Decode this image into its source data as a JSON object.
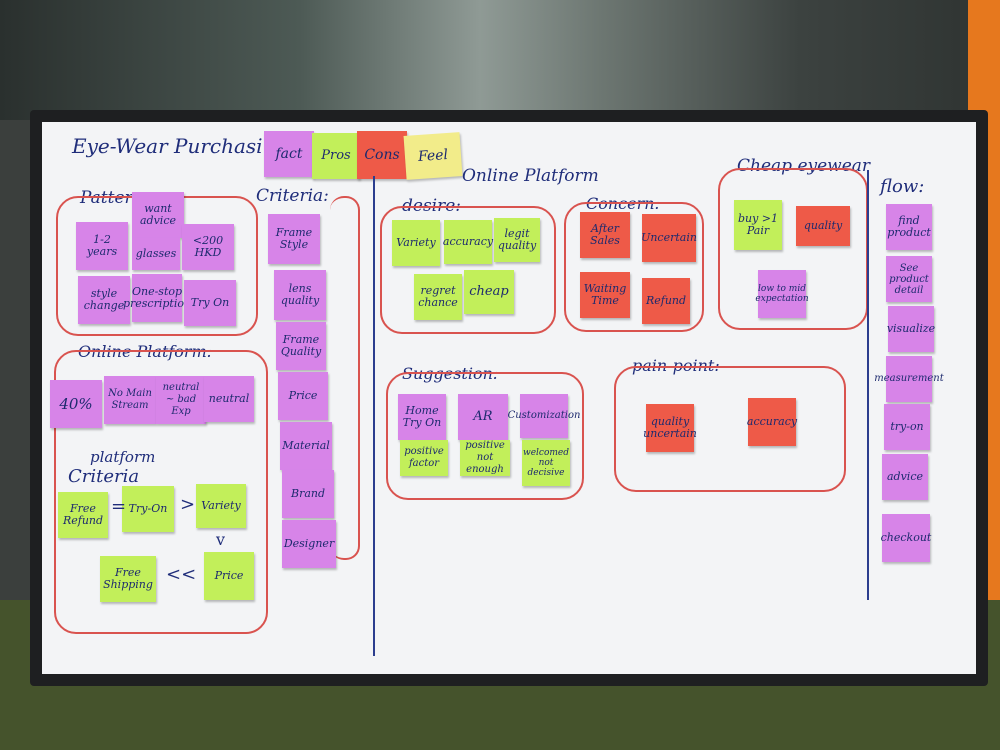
{
  "title": "Eye-Wear Purchasing",
  "legend": [
    {
      "label": "fact",
      "color": "pink"
    },
    {
      "label": "Pros",
      "color": "green"
    },
    {
      "label": "Cons",
      "color": "red"
    },
    {
      "label": "Feel",
      "color": "yellow"
    }
  ],
  "headings": {
    "pattern": "Pattern:",
    "criteria": "Criteria:",
    "online_platform_top": "Online Platform",
    "desire": "desire:",
    "concern": "Concern:",
    "cheap_eyewear": "Cheap eyewear",
    "flow": "flow:",
    "online_platform": "Online Platform:",
    "platform_criteria_1": "platform",
    "platform_criteria_2": "Criteria",
    "suggestion": "Suggestion:",
    "pain_point": "pain-point:"
  },
  "pattern_notes": [
    "1-2 years",
    "want advice",
    "glasses",
    "<200 HKD",
    "style change",
    "One-stop prescription",
    "Try On"
  ],
  "criteria_notes": [
    "Frame Style",
    "lens quality",
    "Frame Quality",
    "Price",
    "Material",
    "Brand",
    "Designer"
  ],
  "desire_notes": [
    "Variety",
    "accuracy",
    "legit quality",
    "regret chance",
    "cheap"
  ],
  "concern_notes": [
    "After Sales",
    "Uncertain",
    "Waiting Time",
    "Refund"
  ],
  "cheap_notes": [
    "buy >1 Pair",
    "quality",
    "low to mid expectation"
  ],
  "flow_notes": [
    "find product",
    "See product detail",
    "visualize",
    "measurement",
    "try-on",
    "advice",
    "checkout"
  ],
  "online_notes": [
    "40%",
    "No Main Stream",
    "neutral ~ bad Exp",
    "neutral"
  ],
  "platform_notes": [
    "Free Refund",
    "Try-On",
    "Variety",
    "Price",
    "Free Shipping"
  ],
  "platform_symbols": [
    "=",
    ">",
    "v",
    "<<"
  ],
  "suggestion_notes": [
    "Home Try On",
    "positive factor",
    "AR",
    "positive not enough",
    "Customization",
    "welcomed not decisive"
  ],
  "pain_notes": [
    "quality uncertain",
    "accuracy"
  ]
}
